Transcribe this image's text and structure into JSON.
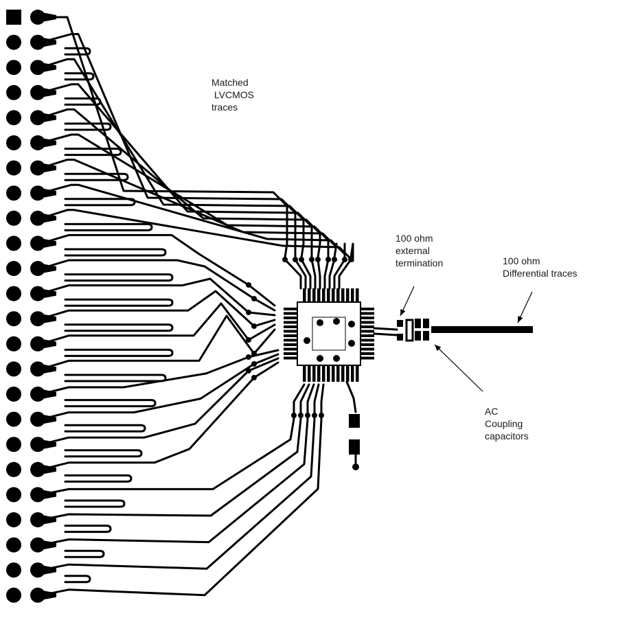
{
  "diagram": {
    "annotations": {
      "matched_traces": "Matched\n LVCMOS\ntraces",
      "external_termination": "100 ohm\nexternal\ntermination",
      "differential_traces": "100 ohm\nDifferential traces",
      "ac_coupling": "AC\nCoupling\ncapacitors"
    },
    "colors": {
      "copper": "#000000",
      "background": "#ffffff",
      "label": "#1a1a1a"
    },
    "components": {
      "connector_pins_per_column": 24,
      "connector_columns": 2,
      "ic_package": "QFN",
      "termination_resistors": 1,
      "ac_coupling_capacitors": 2
    }
  }
}
